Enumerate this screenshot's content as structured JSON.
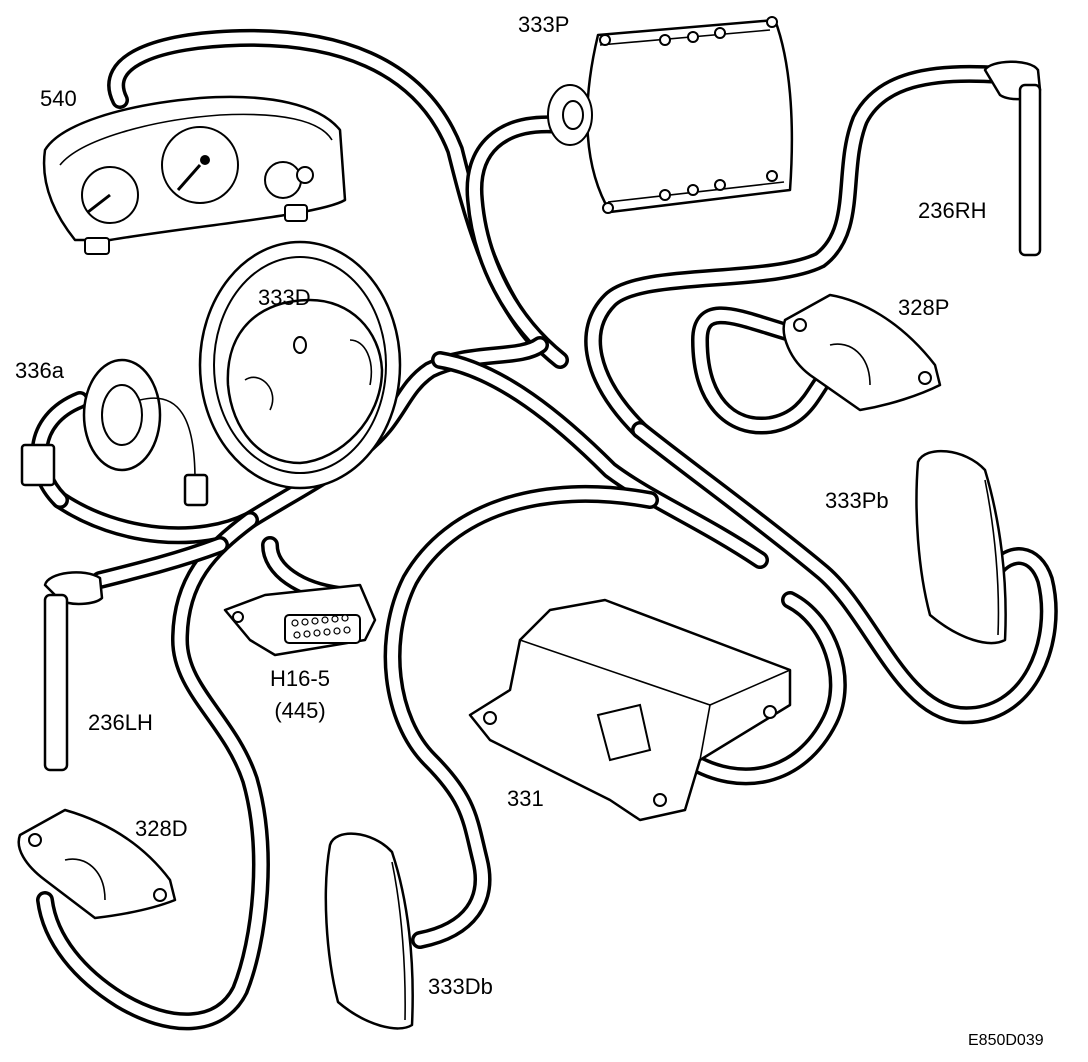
{
  "diagram": {
    "components": [
      {
        "id": "540",
        "label": "540"
      },
      {
        "id": "333P",
        "label": "333P"
      },
      {
        "id": "236RH",
        "label": "236RH"
      },
      {
        "id": "333D",
        "label": "333D"
      },
      {
        "id": "328P",
        "label": "328P"
      },
      {
        "id": "336a",
        "label": "336a"
      },
      {
        "id": "333Pb",
        "label": "333Pb"
      },
      {
        "id": "236LH",
        "label": "236LH"
      },
      {
        "id": "H16-5",
        "label": "H16-5",
        "sublabel": "(445)"
      },
      {
        "id": "331",
        "label": "331"
      },
      {
        "id": "328D",
        "label": "328D"
      },
      {
        "id": "333Db",
        "label": "333Db"
      }
    ],
    "reference_code": "E850D039"
  }
}
